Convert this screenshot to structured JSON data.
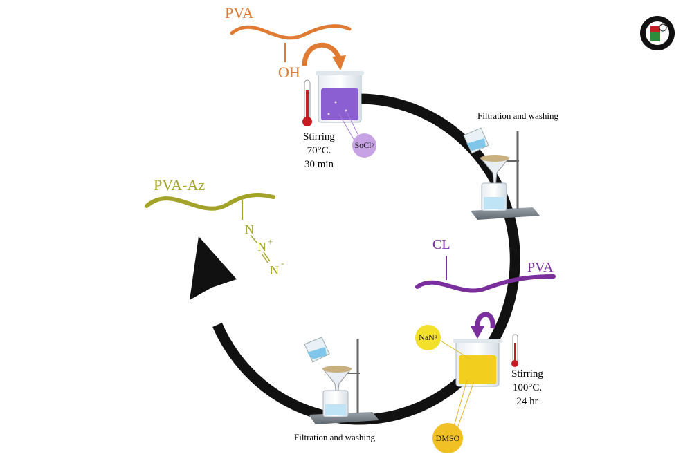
{
  "diagram": {
    "reagents": {
      "pva_top": "PVA",
      "oh": "OH",
      "socl2_main": "SoCl",
      "socl2_sub": "2",
      "nan3_main": "NaN",
      "nan3_sub": "3",
      "dmso": "DMSO",
      "cl": "CL",
      "pva_mid": "PVA",
      "pva_az": "PVA-Az"
    },
    "azide": {
      "n1": "N",
      "n2": "N",
      "plus": "+",
      "n3": "N",
      "minus": "-"
    },
    "step1_conditions": {
      "line1": "Stirring",
      "line2": "70°C.",
      "line3": "30 min"
    },
    "step2_conditions": {
      "line1": "Stirring",
      "line2": "100°C.",
      "line3": "24 hr"
    },
    "filtration_top": "Filtration and washing",
    "filtration_bottom": "Filtration and washing",
    "colors": {
      "pva_orange": "#e07b34",
      "purple": "#7a2f9c",
      "olive": "#a3a32a",
      "cycle": "#111111",
      "thermometer": "#c41e24"
    },
    "logo": {
      "icon": "university-gear-logo-icon"
    }
  }
}
